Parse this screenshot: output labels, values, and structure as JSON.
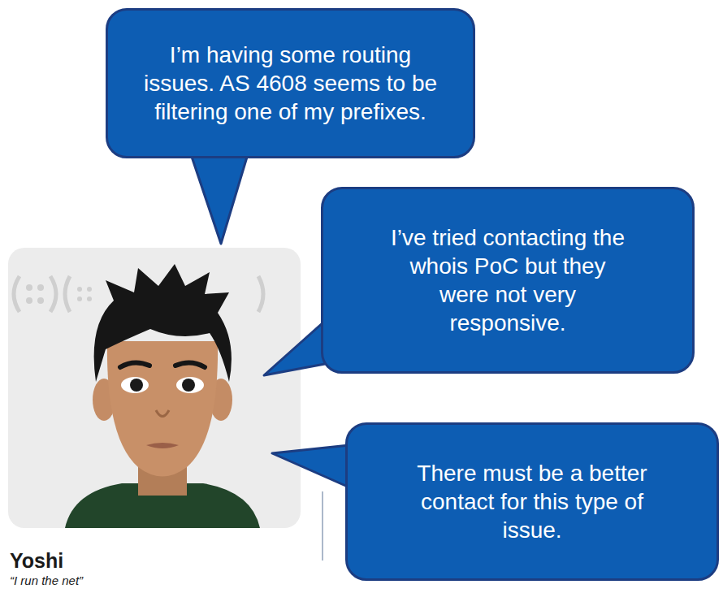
{
  "diagram": {
    "nodes": [
      {
        "text": [
          "I’m having some routing issues. AS 4608 seems to be filtering one of my prefixes."
        ]
      },
      {
        "text": [
          "I’ve tried contacting the whois PoC but they were not very responsive."
        ]
      },
      {
        "text": [
          "There must be a better contact for this type of issue."
        ]
      }
    ],
    "labels": [
      "Yoshi",
      "“I run the net”"
    ]
  }
}
